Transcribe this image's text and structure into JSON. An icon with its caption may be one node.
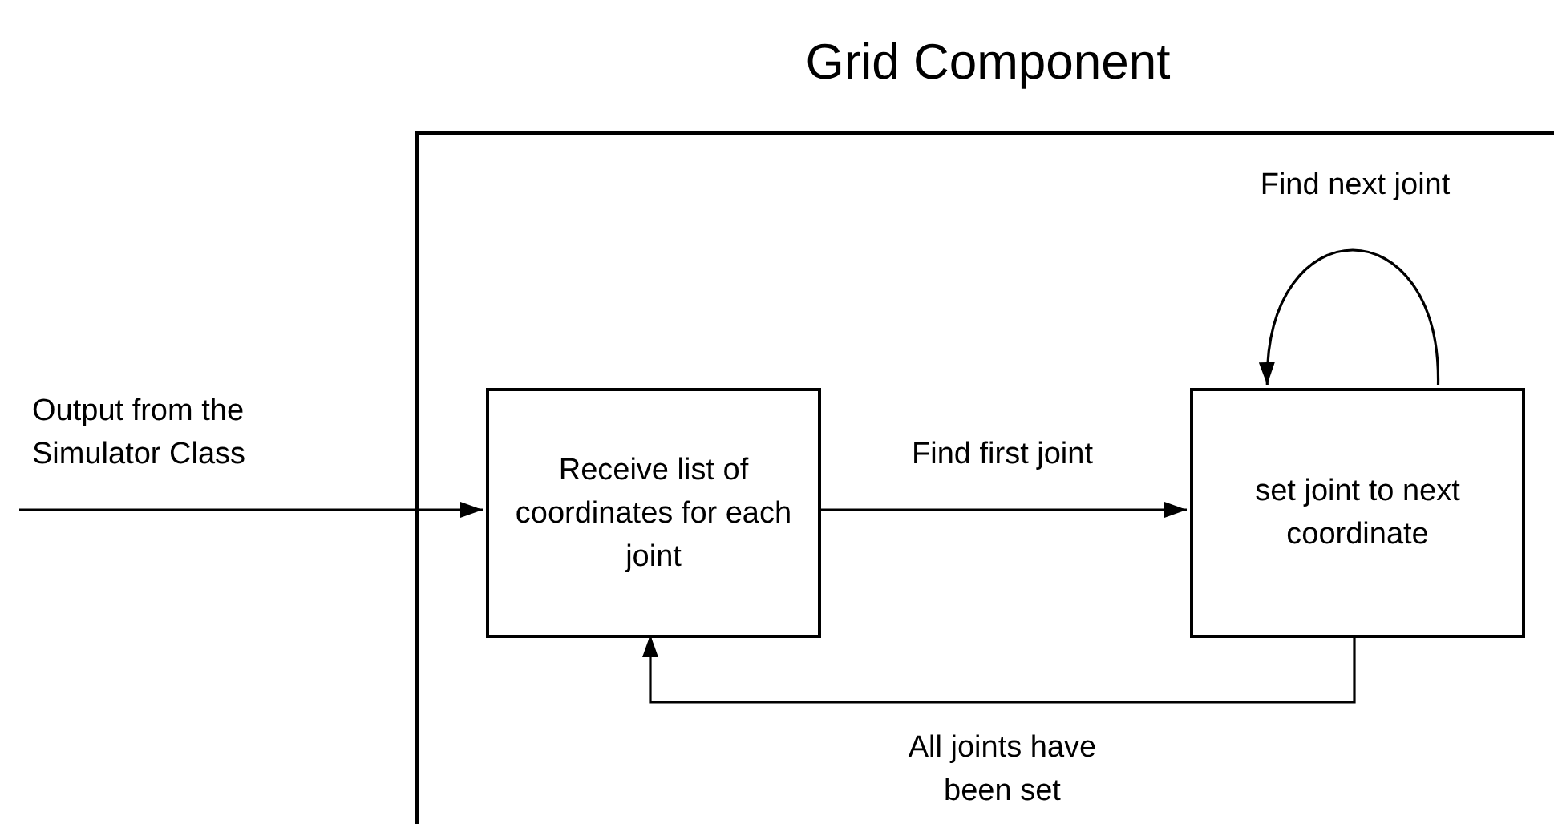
{
  "diagram": {
    "nodes": [
      {
        "text": [
          "Grid Component"
        ]
      },
      {
        "text": [
          "Receive list of coordinates for each joint"
        ],
        "in": 0
      },
      {
        "text": [
          "set joint to next coordinate"
        ],
        "in": 0
      }
    ],
    "edges": [
      {
        "from": null,
        "to": 1,
        "arrow": "to",
        "label": "Output from the Simulator Class"
      },
      {
        "from": 1,
        "to": 2,
        "arrow": "to",
        "label": "Find first joint"
      },
      {
        "from": 2,
        "to": 2,
        "arrow": "to",
        "label": "Find next joint"
      },
      {
        "from": 2,
        "to": 1,
        "arrow": "to",
        "label": "All joints have been set"
      }
    ]
  }
}
